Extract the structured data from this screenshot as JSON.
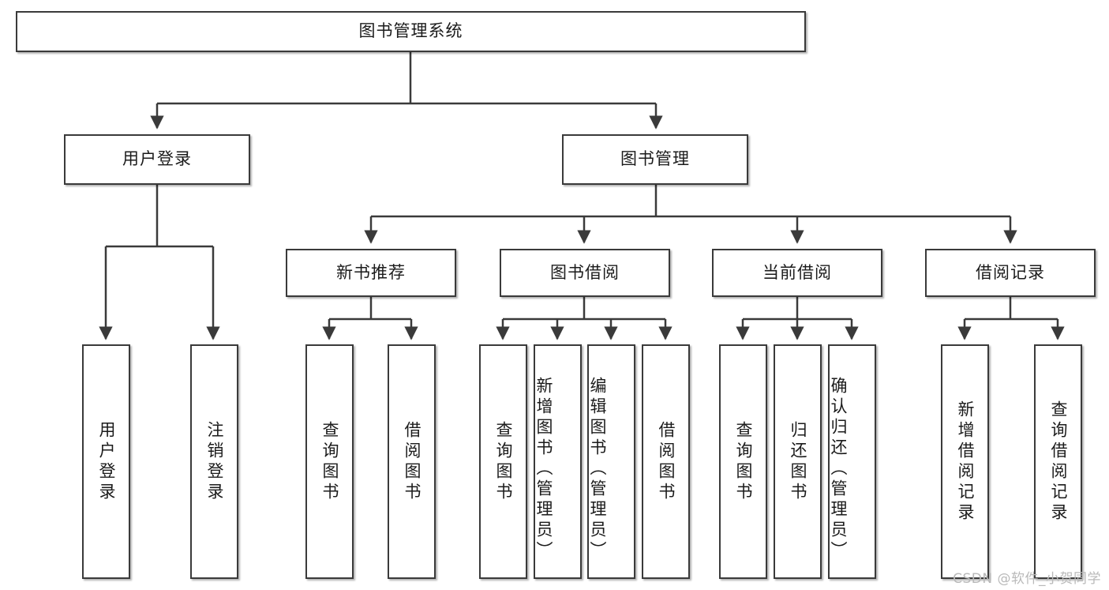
{
  "diagram": {
    "type": "tree-hierarchy-chart",
    "title": "图书管理系统",
    "colors": {
      "box_border": "#3a3a3a",
      "box_fill": "#ffffff",
      "edge": "#3a3a3a",
      "text": "#1b1b1b",
      "watermark": "#b9b9b9",
      "background": "#ffffff"
    },
    "watermark": "CSDN @软件_小贺同学",
    "root": {
      "label": "图书管理系统"
    },
    "level2": [
      {
        "label": "用户登录"
      },
      {
        "label": "图书管理"
      }
    ],
    "level3": [
      {
        "label": "新书推荐"
      },
      {
        "label": "图书借阅"
      },
      {
        "label": "当前借阅"
      },
      {
        "label": "借阅记录"
      }
    ],
    "leaves": {
      "user_login": [
        {
          "label": "用户登录"
        },
        {
          "label": "注销登录"
        }
      ],
      "new_book_recommend": [
        {
          "label": "查询图书"
        },
        {
          "label": "借阅图书"
        }
      ],
      "book_borrow": [
        {
          "label": "查询图书"
        },
        {
          "label": "新增图书（管理员）"
        },
        {
          "label": "编辑图书（管理员）"
        },
        {
          "label": "借阅图书"
        }
      ],
      "current_borrow": [
        {
          "label": "查询图书"
        },
        {
          "label": "归还图书"
        },
        {
          "label": "确认归还（管理员）"
        }
      ],
      "borrow_record": [
        {
          "label": "新增借阅记录"
        },
        {
          "label": "查询借阅记录"
        }
      ]
    }
  }
}
